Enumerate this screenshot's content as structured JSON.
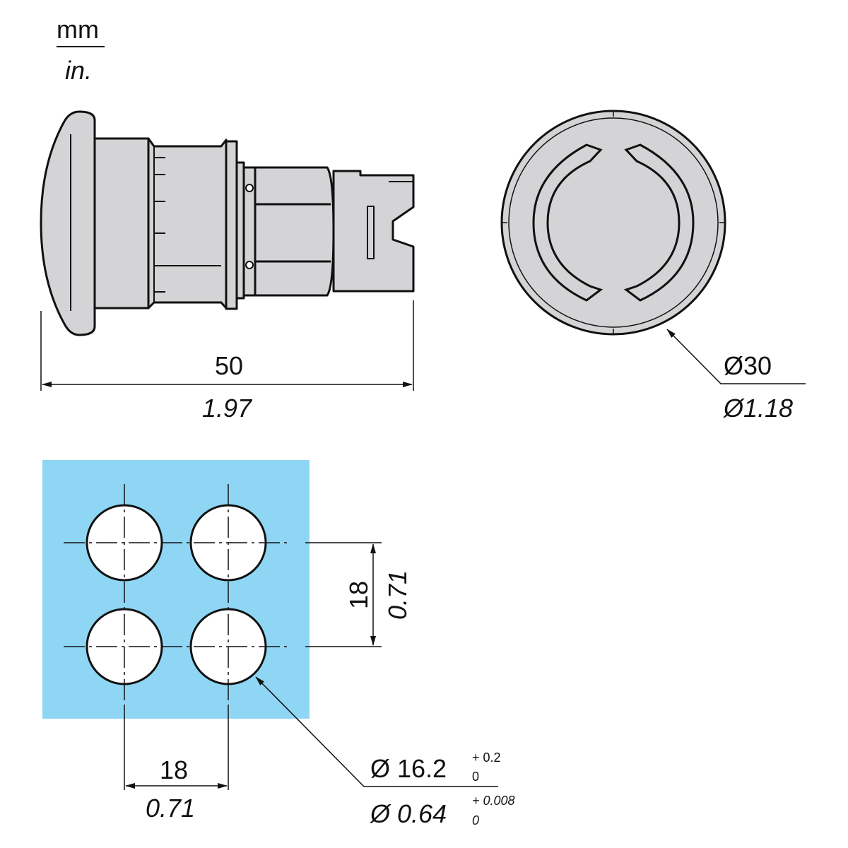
{
  "units": {
    "primary": "mm",
    "secondary": "in."
  },
  "side_view": {
    "length_mm": "50",
    "length_in": "1.97"
  },
  "front_view": {
    "diameter_mm": "Ø30",
    "diameter_in": "Ø1.18"
  },
  "panel_cutout": {
    "spacing_vertical_mm": "18",
    "spacing_vertical_in": "0.71",
    "spacing_horizontal_mm": "18",
    "spacing_horizontal_in": "0.71",
    "hole_diameter_mm": "Ø 16.2",
    "hole_tol_mm_upper": "+ 0.2",
    "hole_tol_mm_lower": "0",
    "hole_diameter_in": "Ø 0.64",
    "hole_tol_in_upper": "+ 0.008",
    "hole_tol_in_lower": "0"
  },
  "colors": {
    "body": "#d4d4d6",
    "panel": "#8fd6f5",
    "line": "#111111"
  }
}
